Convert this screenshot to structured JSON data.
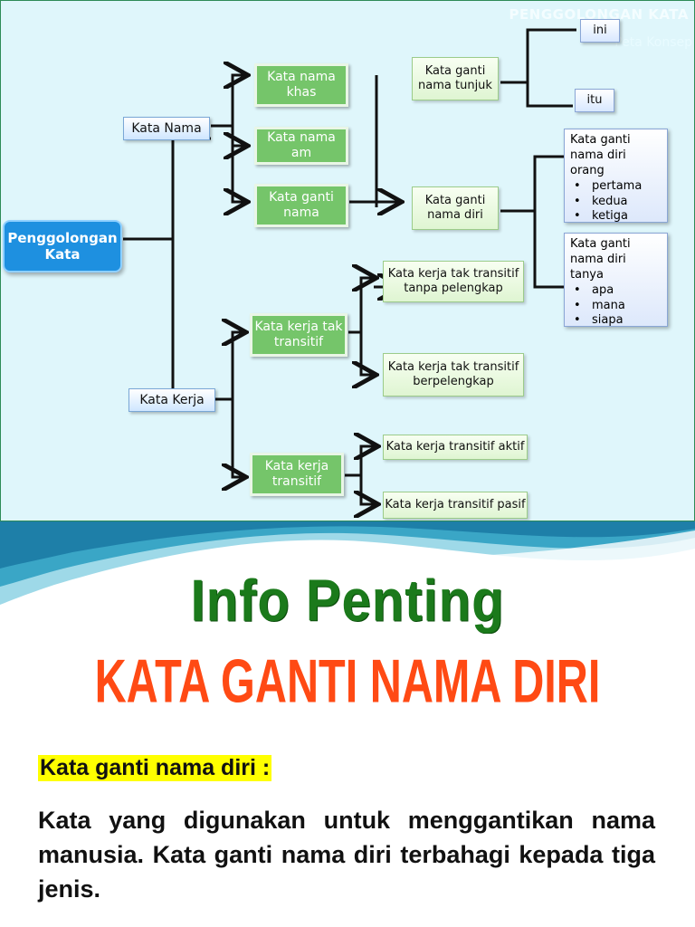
{
  "slide1": {
    "header_title": "PENGGOLONGAN KATA",
    "header_subtitle": "Peta Konsep",
    "root": "Penggolongan Kata",
    "kata_nama": "Kata Nama",
    "kata_kerja": "Kata Kerja",
    "kn_khas": "Kata nama khas",
    "kn_am": "Kata nama am",
    "kn_ganti": "Kata ganti nama",
    "kg_tunjuk": "Kata ganti nama tunjuk",
    "ini": "ini",
    "itu": "itu",
    "kg_diri": "Kata ganti nama diri",
    "kg_diri_orang": {
      "title": "Kata ganti nama diri orang",
      "items": [
        "pertama",
        "kedua",
        "ketiga"
      ]
    },
    "kg_diri_tanya": {
      "title": "Kata ganti nama diri tanya",
      "items": [
        "apa",
        "mana",
        "siapa"
      ]
    },
    "kk_tak_transitif": "Kata kerja tak transitif",
    "kk_transitif": "Kata kerja transitif",
    "kk_tak_tanpa": "Kata kerja tak transitif tanpa pelengkap",
    "kk_tak_ber": "Kata kerja tak transitif berpelengkap",
    "kk_aktif": "Kata kerja transitif aktif",
    "kk_pasif": "Kata kerja transitif pasif"
  },
  "slide2": {
    "title": "Info Penting",
    "subtitle": "KATA GANTI NAMA DIRI",
    "definition_term": "Kata ganti nama diri :",
    "definition_text": "Kata yang digunakan untuk menggantikan nama manusia. Kata ganti nama diri terbahagi kepada tiga jenis."
  },
  "colors": {
    "root": "#1e90e0",
    "green_box": "#75c56a",
    "title_green": "#1b7a1b",
    "title_orange": "#ff4a14",
    "highlight": "#ffff00"
  }
}
